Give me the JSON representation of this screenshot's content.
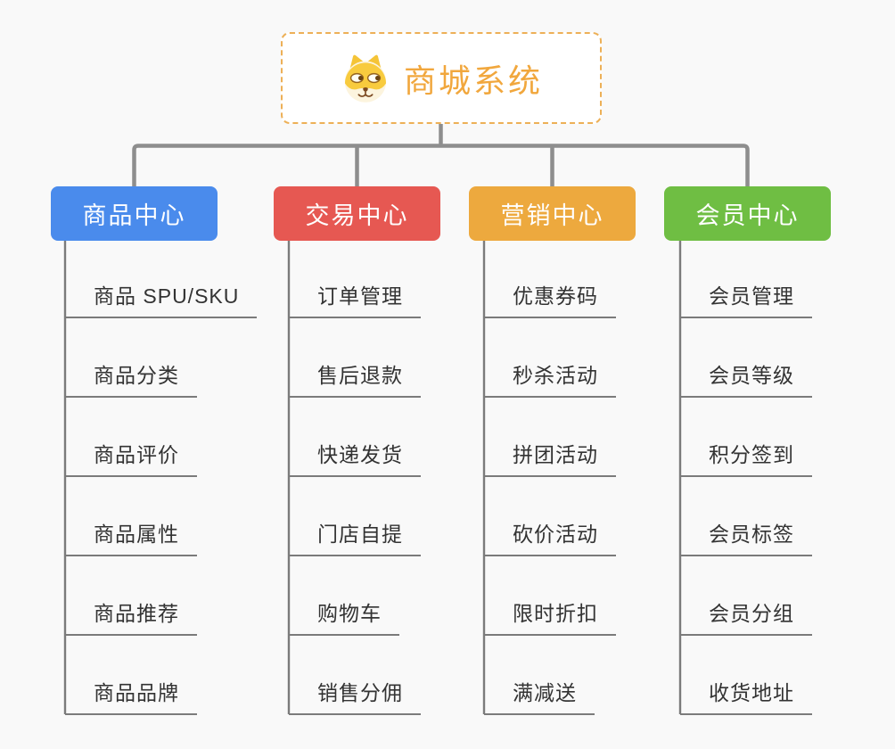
{
  "root": {
    "title": "商城系统",
    "icon": "dog-face-icon"
  },
  "branches": [
    {
      "label": "商品中心",
      "color": "#4A8BEC",
      "items": [
        "商品 SPU/SKU",
        "商品分类",
        "商品评价",
        "商品属性",
        "商品推荐",
        "商品品牌"
      ]
    },
    {
      "label": "交易中心",
      "color": "#E65852",
      "items": [
        "订单管理",
        "售后退款",
        "快递发货",
        "门店自提",
        "购物车",
        "销售分佣"
      ]
    },
    {
      "label": "营销中心",
      "color": "#EDA93E",
      "items": [
        "优惠券码",
        "秒杀活动",
        "拼团活动",
        "砍价活动",
        "限时折扣",
        "满减送"
      ]
    },
    {
      "label": "会员中心",
      "color": "#6FBE43",
      "items": [
        "会员管理",
        "会员等级",
        "积分签到",
        "会员标签",
        "会员分组",
        "收货地址"
      ]
    }
  ],
  "style": {
    "background": "#F9F9F9",
    "connector_color": "#8E8E8E",
    "child_line_color": "#7B7B7B",
    "root_border_color": "#EDB057",
    "root_text_color": "#F1A73D"
  }
}
